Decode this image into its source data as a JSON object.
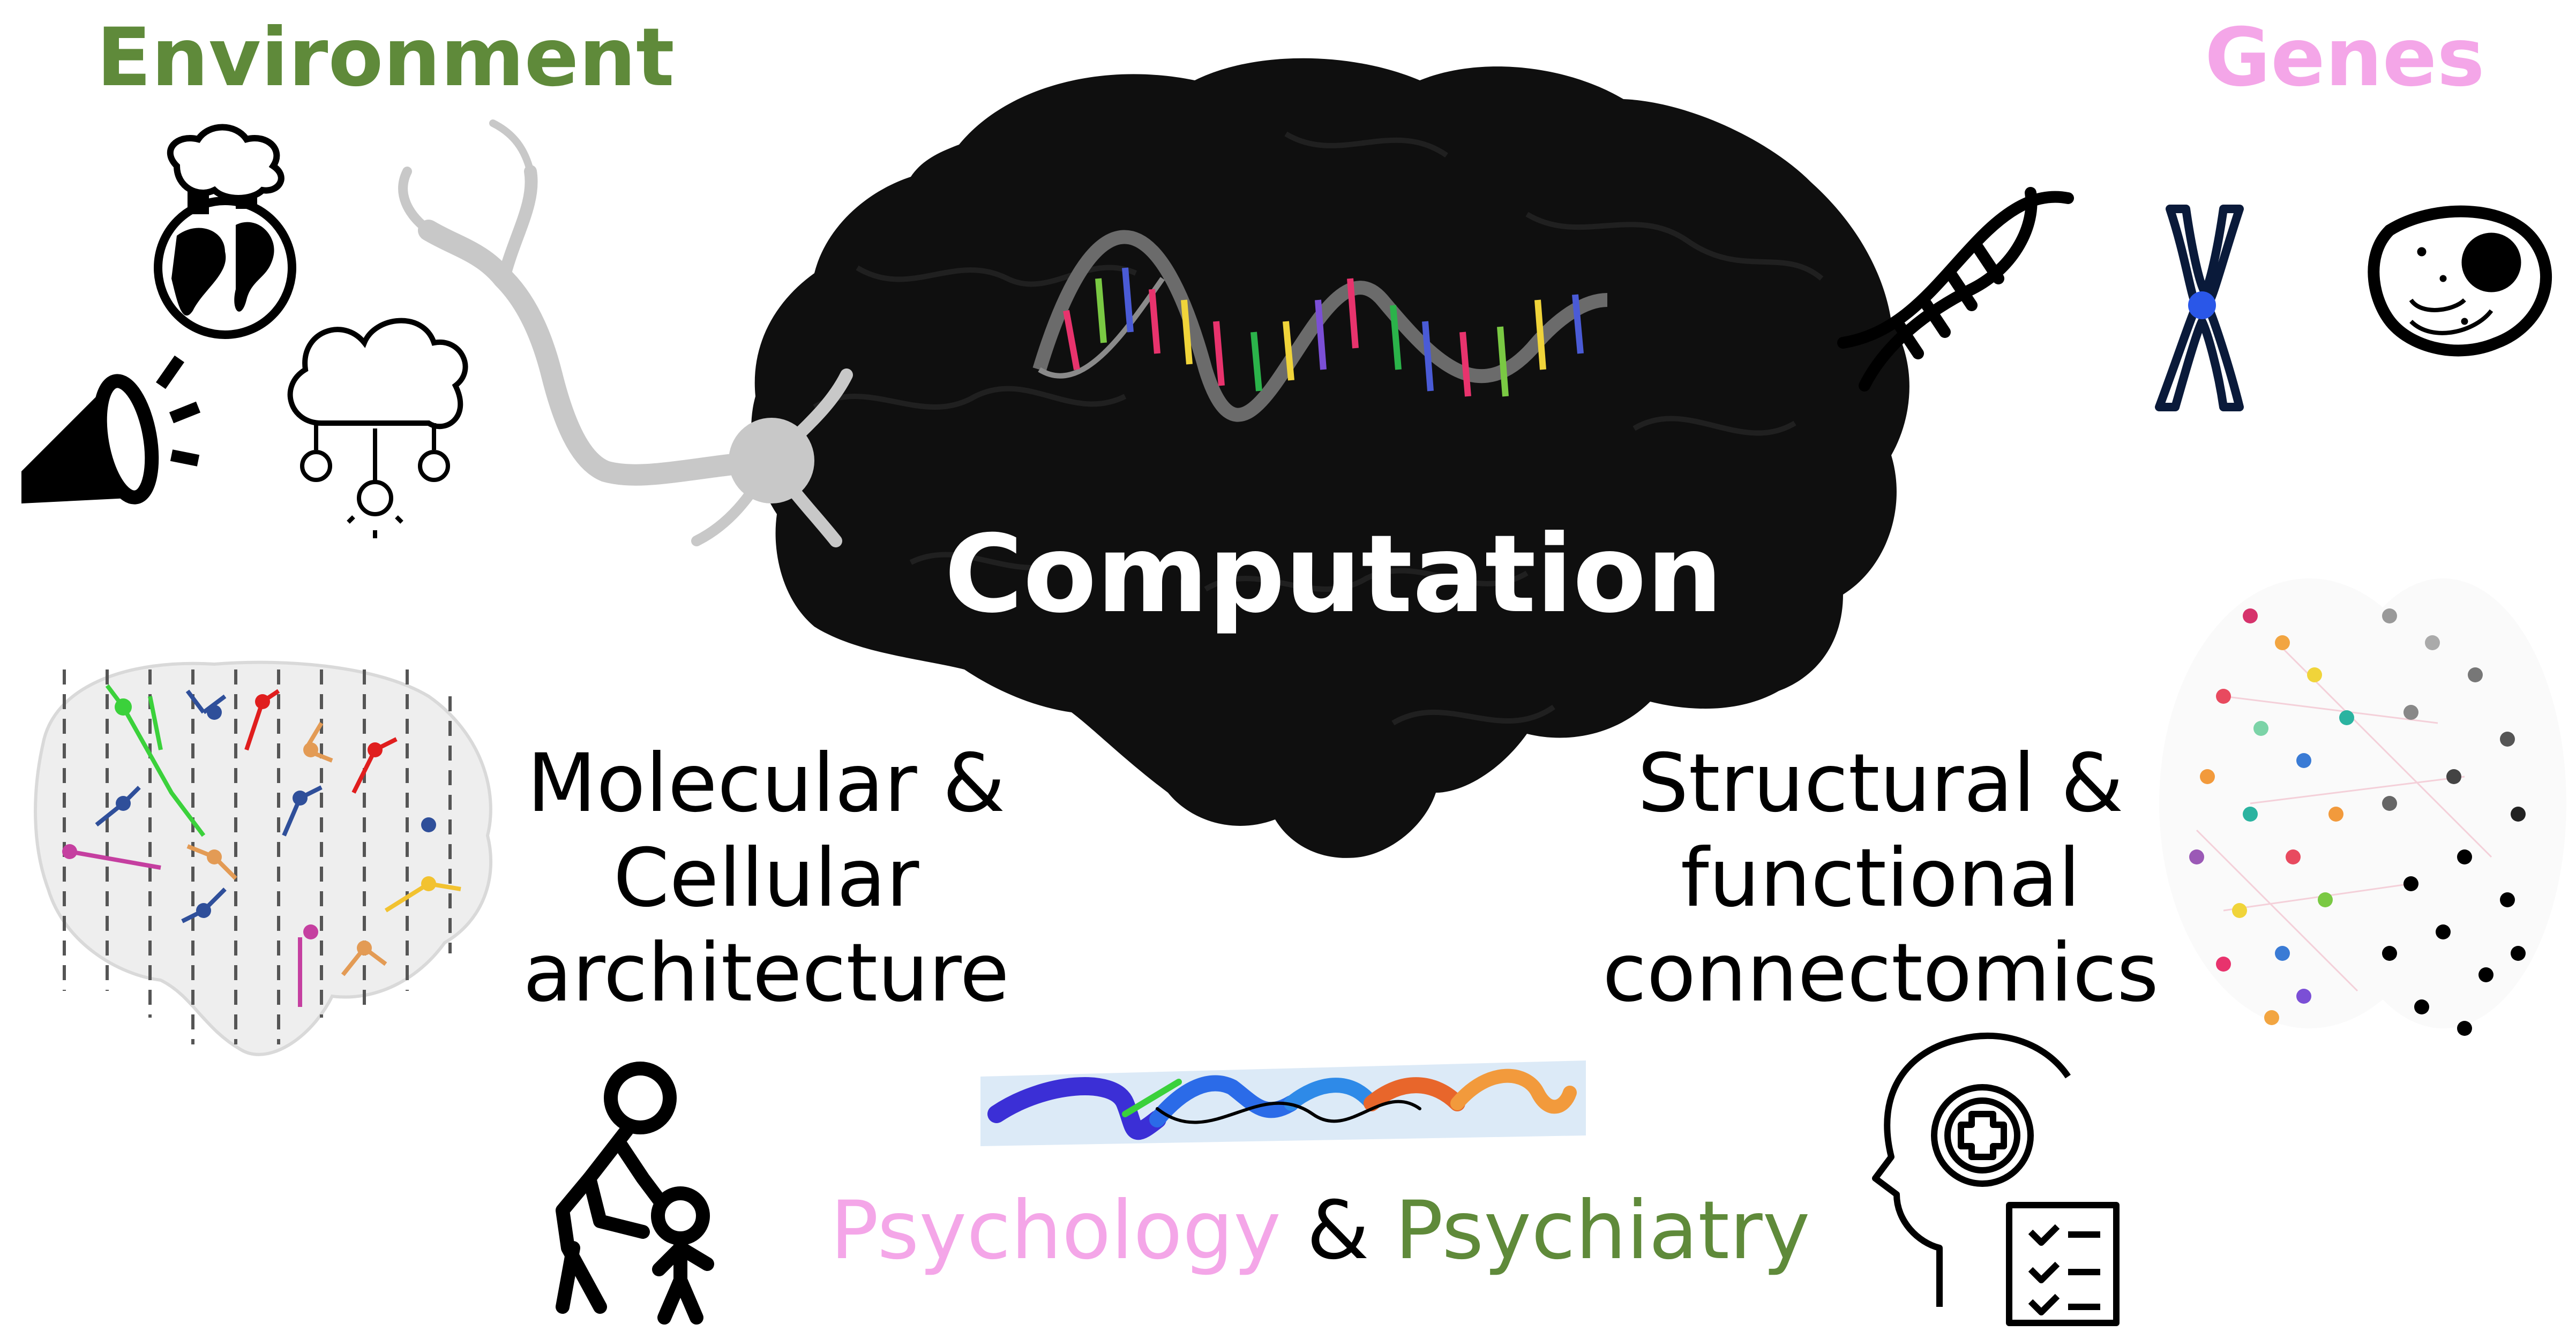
{
  "labels": {
    "environment": "Environment",
    "genes": "Genes",
    "computation": "Computation",
    "molecular": [
      "Molecular &",
      "Cellular",
      "architecture"
    ],
    "structural": [
      "Structural &",
      "functional",
      "connectomics"
    ],
    "psychology": "Psychology",
    "ampersand": "&",
    "psychiatry": "Psychiatry"
  },
  "colors": {
    "environment": "#5f8a3a",
    "genes": "#f4a6e8",
    "psychology": "#f4a6e8",
    "ampersand": "#000000",
    "psychiatry": "#5f8a3a",
    "brain": "#0f0f0f",
    "computation_text": "#ffffff"
  },
  "icons": [
    "earth-pollution-icon",
    "megaphone-icon",
    "cloud-lightbulb-icon",
    "neuron-icon",
    "dna-helix-icon",
    "chromosome-icon",
    "cell-icon",
    "connectome-graph-icon",
    "brain-cell-map-icon",
    "adult-child-icon",
    "protein-ribbon-icon",
    "mental-health-record-icon"
  ]
}
